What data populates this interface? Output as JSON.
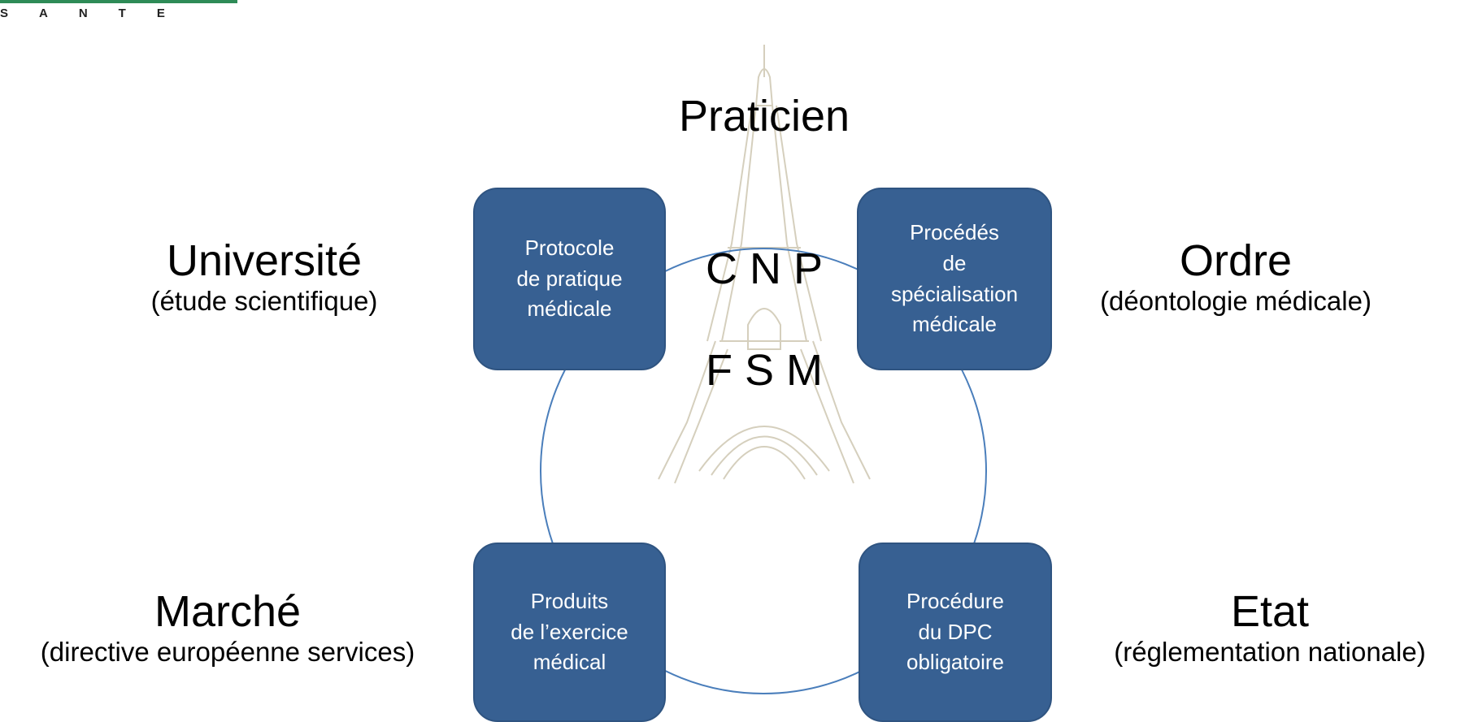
{
  "logo": {
    "text": "SANTE"
  },
  "top": {
    "title": "Praticien"
  },
  "center": {
    "line1": "C N P",
    "line2": "F S M"
  },
  "nodes": {
    "top_left": {
      "line1": "Protocole",
      "line2": "de pratique",
      "line3": "médicale"
    },
    "top_right": {
      "line1": "Procédés",
      "line2": "de",
      "line3": "spécialisation",
      "line4": "médicale"
    },
    "bottom_left": {
      "line1": "Produits",
      "line2": "de l’exercice",
      "line3": "médical"
    },
    "bottom_right": {
      "line1": "Procédure",
      "line2": "du DPC",
      "line3": "obligatoire"
    }
  },
  "outer": {
    "left_top": {
      "title": "Université",
      "subtitle": "(étude scientifique)"
    },
    "right_top": {
      "title": "Ordre",
      "subtitle": "(déontologie médicale)"
    },
    "left_bottom": {
      "title": "Marché",
      "subtitle": "(directive européenne services)"
    },
    "right_bottom": {
      "title": "Etat",
      "subtitle": "(réglementation nationale)"
    }
  },
  "colors": {
    "box_fill": "#376092",
    "connector": "#4a7ebb"
  }
}
